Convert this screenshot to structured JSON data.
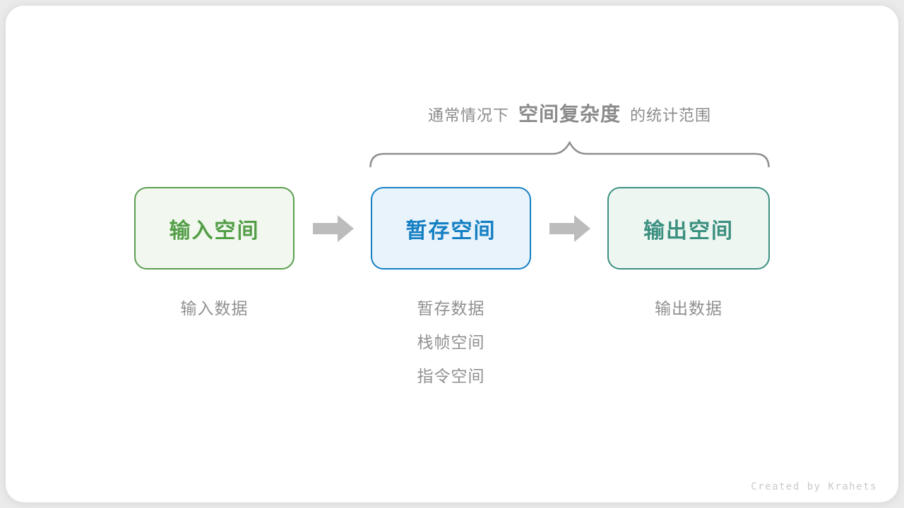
{
  "title": {
    "prefix": "通常情况下",
    "highlight": "空间复杂度",
    "suffix": "的统计范围"
  },
  "boxes": [
    {
      "label": "输入空间",
      "border": "#5a9e50",
      "fill": "#f2f8ef",
      "text": "#549e48"
    },
    {
      "label": "暂存空间",
      "border": "#147fc3",
      "fill": "#e8f3fb",
      "text": "#147fc3"
    },
    {
      "label": "输出空间",
      "border": "#3b9080",
      "fill": "#eef6f2",
      "text": "#3b9080"
    }
  ],
  "notes": [
    {
      "lines": [
        "输入数据"
      ]
    },
    {
      "lines": [
        "暂存数据",
        "栈帧空间",
        "指令空间"
      ]
    },
    {
      "lines": [
        "输出数据"
      ]
    }
  ],
  "credit": "Created by Krahets",
  "colors": {
    "page_bg": "#ebebeb",
    "card_bg": "#ffffff",
    "title_text": "#8b8b8b",
    "brace": "#8f8f8f",
    "arrow": "#bcbcbc",
    "note_text": "#909090",
    "credit_text": "#c9c9c9"
  }
}
